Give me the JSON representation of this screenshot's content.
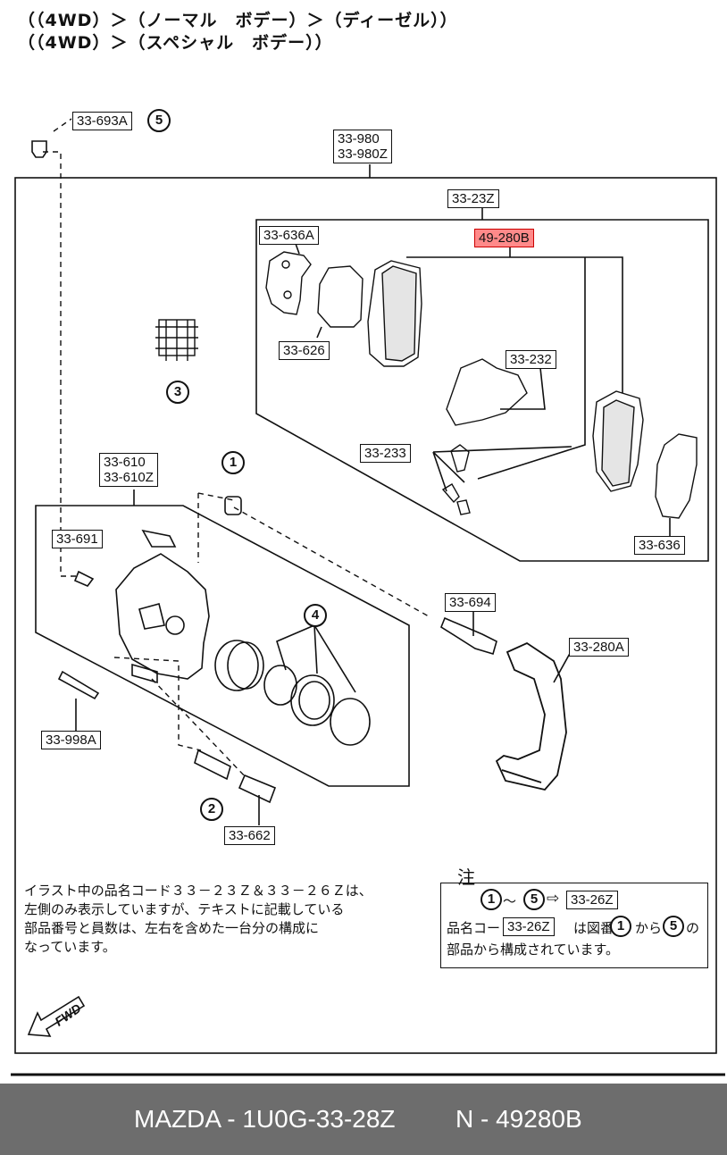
{
  "header": {
    "line1": "（（4WD）＞（ノーマル　ボデー）＞（ディーゼル））",
    "line2": "（（4WD）＞（スペシャル　ボデー））"
  },
  "callouts": {
    "c33_693A": "33-693A",
    "c33_980": "33-980\n33-980Z",
    "c33_23Z": "33-23Z",
    "c33_636A": "33-636A",
    "c49_280B": "49-280B",
    "c33_626": "33-626",
    "c33_232": "33-232",
    "c33_233": "33-233",
    "c33_610": "33-610\n33-610Z",
    "c33_636": "33-636",
    "c33_691": "33-691",
    "c33_694": "33-694",
    "c33_280A": "33-280A",
    "c33_998A": "33-998A",
    "c33_662": "33-662"
  },
  "circles": {
    "n1": "1",
    "n2": "2",
    "n3": "3",
    "n4": "4",
    "n5": "5"
  },
  "note": {
    "line1": "イラスト中の品名コード３３－２３Ｚ＆３３－２６Ｚは、",
    "line2": "左側のみ表示していますが、テキストに記載している",
    "line3": "部品番号と員数は、左右を含めた一台分の構成に",
    "line4": "なっています。"
  },
  "notebox": {
    "title": "注",
    "row1_from": "1",
    "row1_sep": "～",
    "row1_to": "5",
    "row1_arrow": "⇨",
    "row1_code": "33-26Z",
    "row2_a": "品名コード",
    "row2_code": "33-26Z",
    "row2_b": "は図番",
    "row2_from": "1",
    "row2_c": "から",
    "row2_to": "5",
    "row2_d": "の",
    "row3": "部品から構成されています。"
  },
  "fwd": "FWD",
  "footer": {
    "brand": "MAZDA - 1U0G-33-28Z",
    "code": "N - 49280B"
  },
  "colors": {
    "highlight": "#ff8a8a",
    "footer_bg": "#6d6d6d"
  }
}
